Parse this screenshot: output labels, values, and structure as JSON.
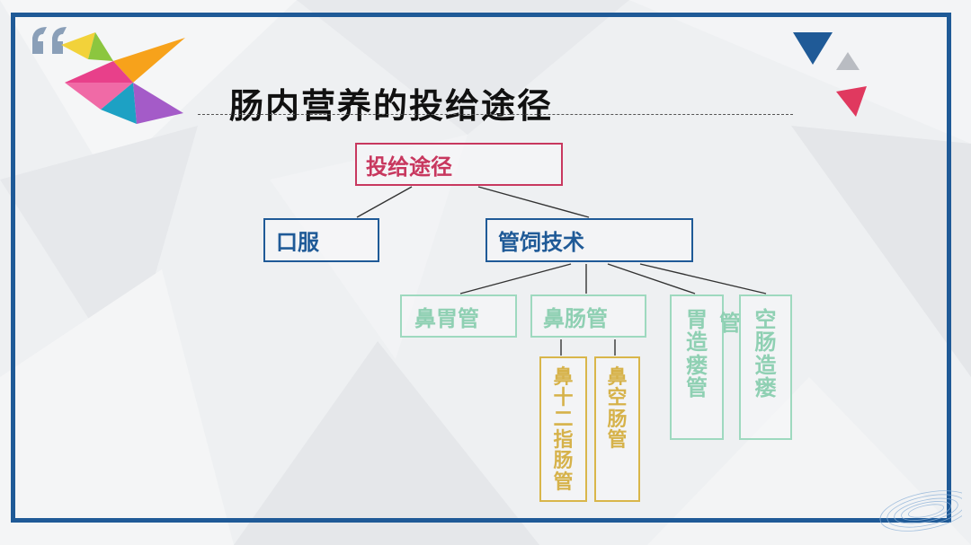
{
  "slide": {
    "title": "肠内营养的投给途径"
  },
  "diagram": {
    "root": "投给途径",
    "level1": {
      "oral": "口服",
      "tube_feeding": "管饲技术"
    },
    "level2": {
      "nasogastric": "鼻胃管",
      "nasoenteric": "鼻肠管",
      "gastrostomy": "胃造瘘管",
      "jejunostomy": "空肠造瘘"
    },
    "stray_label": "管",
    "level3": {
      "nasoduodenal": "鼻十二指肠管",
      "nasojejunal": "鼻空肠管"
    }
  },
  "colors": {
    "frame": "#1f5a97",
    "root": "#c8385f",
    "level1": "#1f5a97",
    "level2": "#8fd0b3",
    "level3": "#d6b24a"
  }
}
